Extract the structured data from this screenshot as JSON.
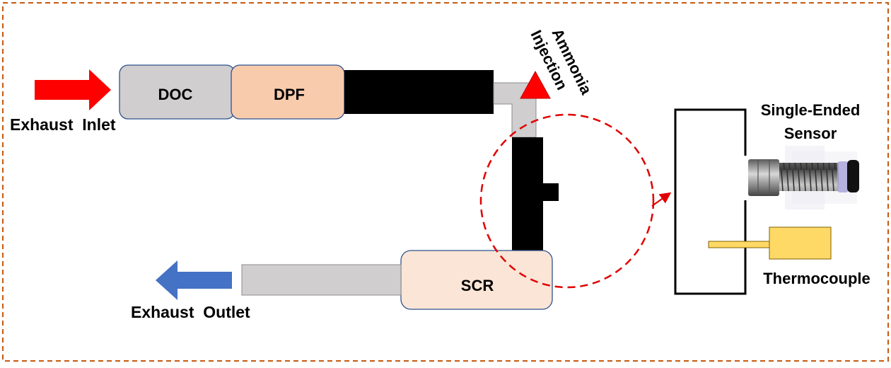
{
  "labels": {
    "exhaust_inlet": "Exhaust  Inlet",
    "exhaust_outlet": "Exhaust  Outlet",
    "doc": "DOC",
    "dpf": "DPF",
    "scr": "SCR",
    "ammonia_line1": "Ammonia",
    "ammonia_line2": "Injection",
    "sensor_line1": "Single-Ended",
    "sensor_line2": "Sensor",
    "thermocouple": "Thermocouple"
  },
  "colors": {
    "frame_border": "#c55a11",
    "inlet_arrow": "#ff0000",
    "outlet_arrow": "#4472c4",
    "doc_fill": "#d0cece",
    "dpf_fill": "#f8cbad",
    "scr_fill": "#fbe5d6",
    "pipe_black": "#000000",
    "pipe_grey": "#d0cece",
    "injection_marker": "#ff0000",
    "zoom_circle": "#e00000",
    "thermocouple_fill": "#ffd966"
  }
}
